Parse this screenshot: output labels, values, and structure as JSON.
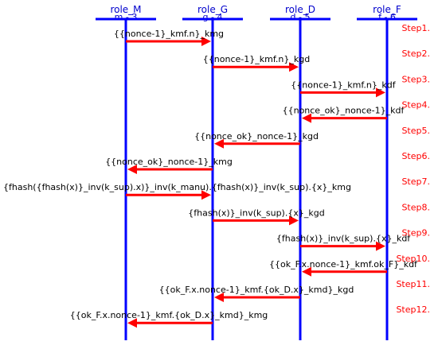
{
  "colors": {
    "lifeline": "#0000ff",
    "arrow": "#ff0000",
    "role_text": "#0000cc",
    "step_text": "#ff0000",
    "message_text": "#000000",
    "background": "#ffffff"
  },
  "roles": [
    {
      "name": "role_M",
      "id": "m - 3"
    },
    {
      "name": "role_G",
      "id": "g - 4"
    },
    {
      "name": "role_D",
      "id": "d - 5"
    },
    {
      "name": "role_F",
      "id": "f - 6"
    }
  ],
  "messages": [
    {
      "step": "Step1.",
      "text": "{{nonce-1}_kmf.n}_kmg",
      "from": 0,
      "to": 1
    },
    {
      "step": "Step2.",
      "text": "{{nonce-1}_kmf.n}_kgd",
      "from": 1,
      "to": 2
    },
    {
      "step": "Step3.",
      "text": "{{nonce-1}_kmf.n}_kdf",
      "from": 2,
      "to": 3
    },
    {
      "step": "Step4.",
      "text": "{{nonce_ok}_nonce-1}_kdf",
      "from": 3,
      "to": 2
    },
    {
      "step": "Step5.",
      "text": "{{nonce_ok}_nonce-1}_kgd",
      "from": 2,
      "to": 1
    },
    {
      "step": "Step6.",
      "text": "{{nonce_ok}_nonce-1}_kmg",
      "from": 1,
      "to": 0
    },
    {
      "step": "Step7.",
      "text": "{fhash({fhash(x)}_inv(k_sup).x)}_inv(k_manu).{fhash(x)}_inv(k_sup).{x}_kmg",
      "from": 0,
      "to": 1
    },
    {
      "step": "Step8.",
      "text": "{fhash(x)}_inv(k_sup).{x}_kgd",
      "from": 1,
      "to": 2
    },
    {
      "step": "Step9.",
      "text": "{fhash(x)}_inv(k_sup).{x}_kdf",
      "from": 2,
      "to": 3
    },
    {
      "step": "Step10.",
      "text": "{{ok_F.x.nonce-1}_kmf.ok_F}_kdf",
      "from": 3,
      "to": 2
    },
    {
      "step": "Step11.",
      "text": "{{ok_F.x.nonce-1}_kmf.{ok_D.x}_kmd}_kgd",
      "from": 2,
      "to": 1
    },
    {
      "step": "Step12.",
      "text": "{{ok_F.x.nonce-1}_kmf.{ok_D.x}_kmd}_kmg",
      "from": 1,
      "to": 0
    }
  ]
}
